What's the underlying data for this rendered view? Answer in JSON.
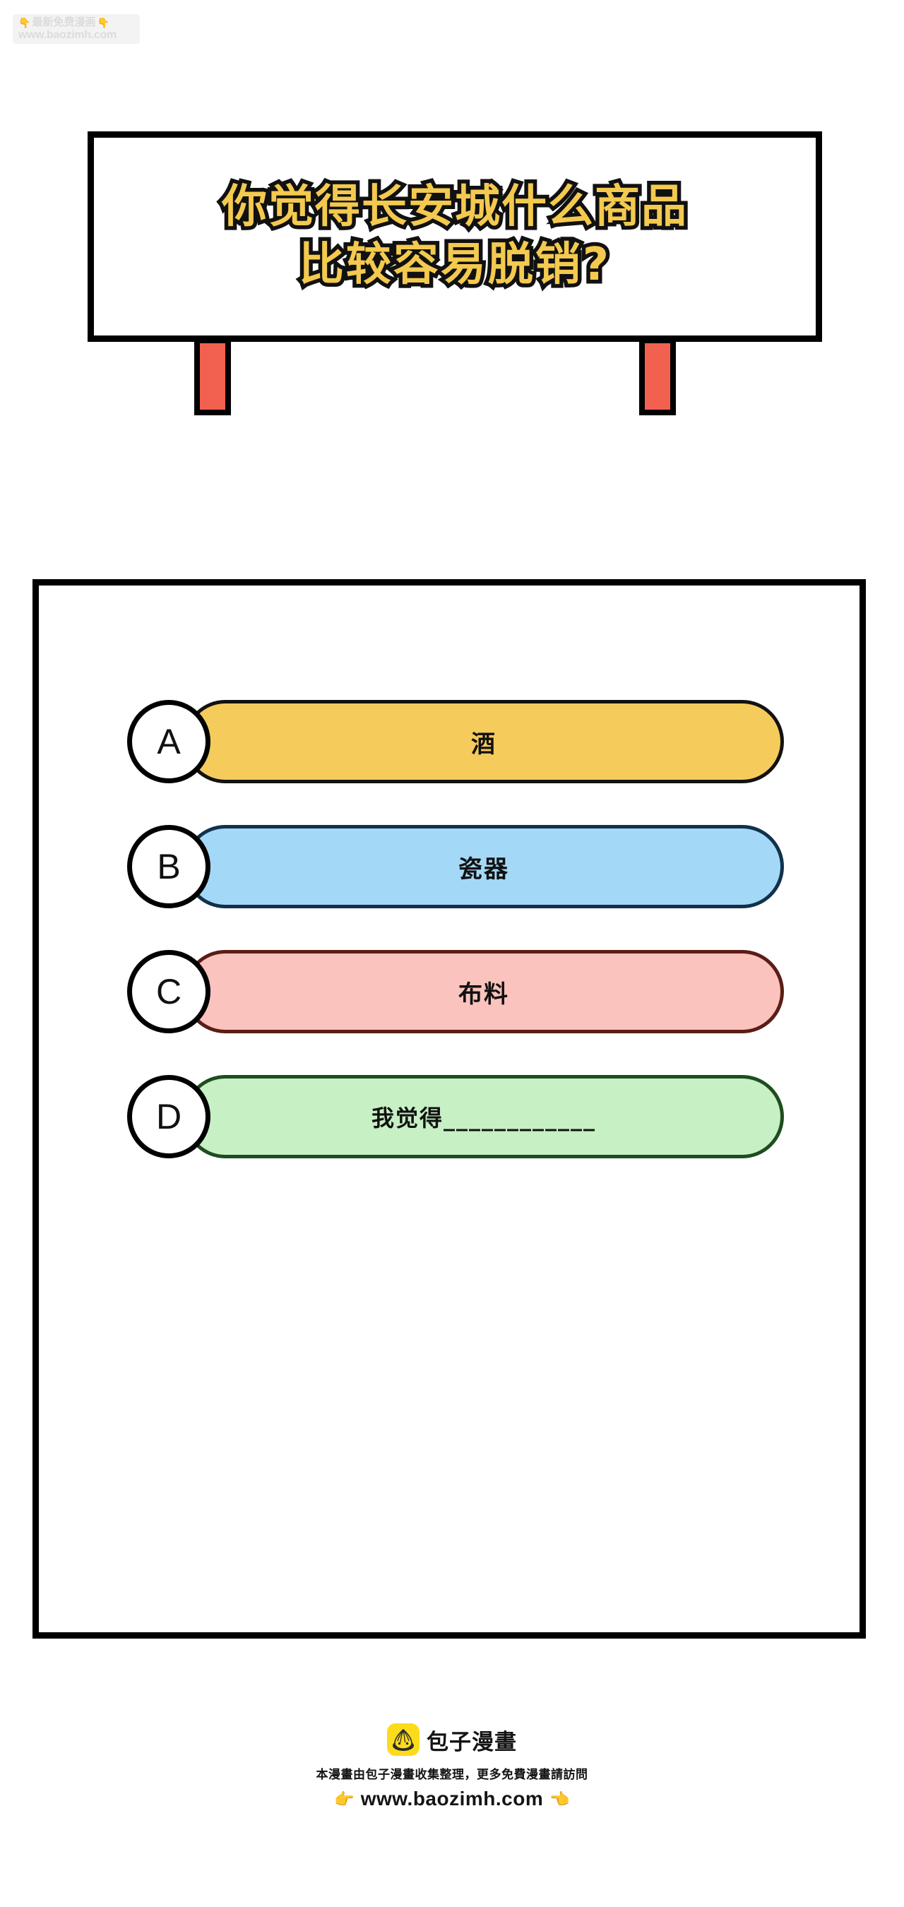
{
  "watermark": {
    "hand_icon": "hand-pointing-down-icon",
    "text": "最新免费漫画",
    "url": "www.baozimh.com"
  },
  "signboard": {
    "title_line_1": "你觉得长安城什么商品",
    "title_line_2": "比较容易脱销?",
    "text_color": "#f3c94f",
    "outline_color": "#111111",
    "border_color": "#000000"
  },
  "posts": {
    "color": "#f2614f",
    "border_color": "#000000"
  },
  "answerboard": {
    "border_color": "#000000",
    "options": [
      {
        "letter": "A",
        "label": "酒",
        "fill": "#f5cb5c",
        "border": "#121212"
      },
      {
        "letter": "B",
        "label": "瓷器",
        "fill": "#a4d8f7",
        "border": "#12314a"
      },
      {
        "letter": "C",
        "label": "布料",
        "fill": "#fbc3bd",
        "border": "#5a1d16"
      },
      {
        "letter": "D",
        "label": "我觉得____________",
        "fill": "#c7f0c5",
        "border": "#1e4d1f"
      }
    ]
  },
  "footer": {
    "logo_icon": "baozi-bun-logo-icon",
    "brand_name": "包子漫畫",
    "note": "本漫畫由包子漫畫收集整理，更多免費漫畫請訪問",
    "hand_right_icon": "hand-pointing-right-icon",
    "hand_left_icon": "hand-pointing-left-icon",
    "url": "www.baozimh.com",
    "logo_bg": "#fcdb1c"
  }
}
